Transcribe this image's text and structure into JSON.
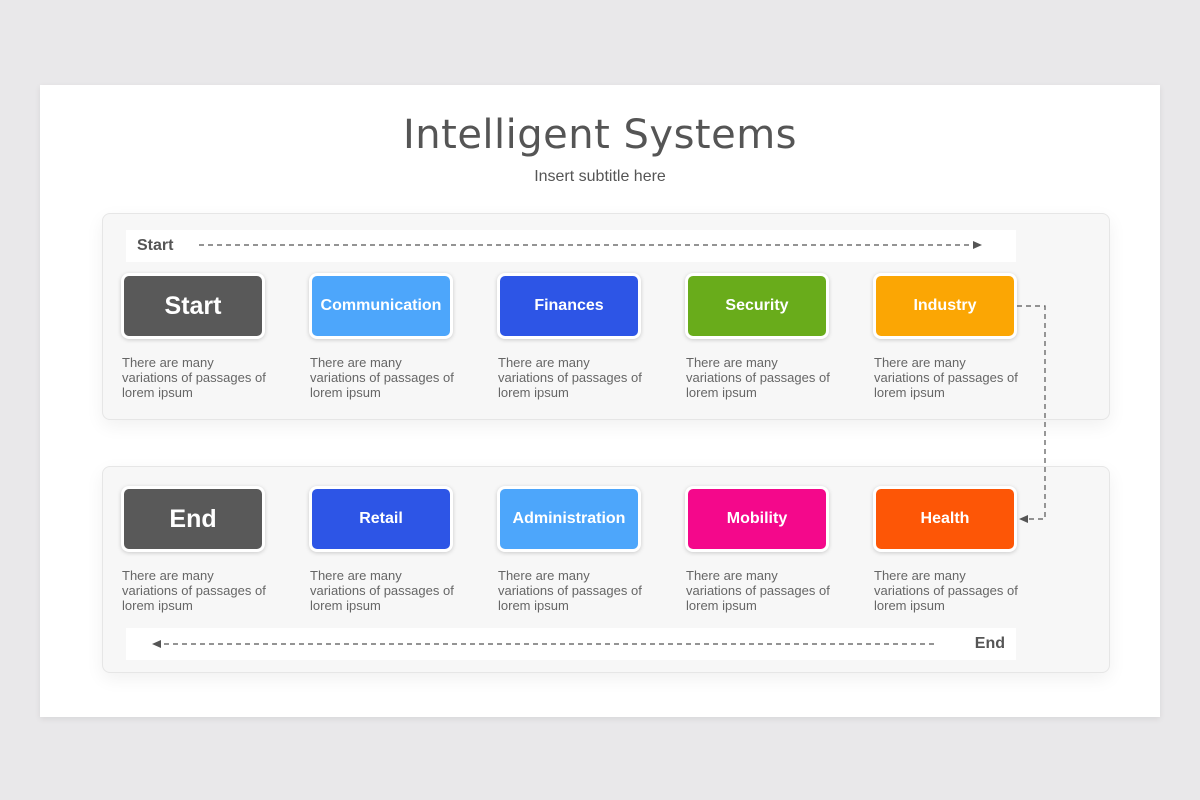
{
  "title": "Intelligent Systems",
  "subtitle": "Insert subtitle here",
  "top_bar_label": "Start",
  "bottom_bar_label": "End",
  "description": "There are many variations of passages of lorem ipsum",
  "top_row": [
    {
      "label": "Start",
      "color": "#595959"
    },
    {
      "label": "Communication",
      "color": "#4da6fb"
    },
    {
      "label": "Finances",
      "color": "#2d55e6"
    },
    {
      "label": "Security",
      "color": "#69ac1b"
    },
    {
      "label": "Industry",
      "color": "#fba604"
    }
  ],
  "bottom_row": [
    {
      "label": "End",
      "color": "#595959"
    },
    {
      "label": "Retail",
      "color": "#2d55e6"
    },
    {
      "label": "Administration",
      "color": "#4da6fb"
    },
    {
      "label": "Mobility",
      "color": "#f4088b"
    },
    {
      "label": "Health",
      "color": "#fd5606"
    }
  ]
}
